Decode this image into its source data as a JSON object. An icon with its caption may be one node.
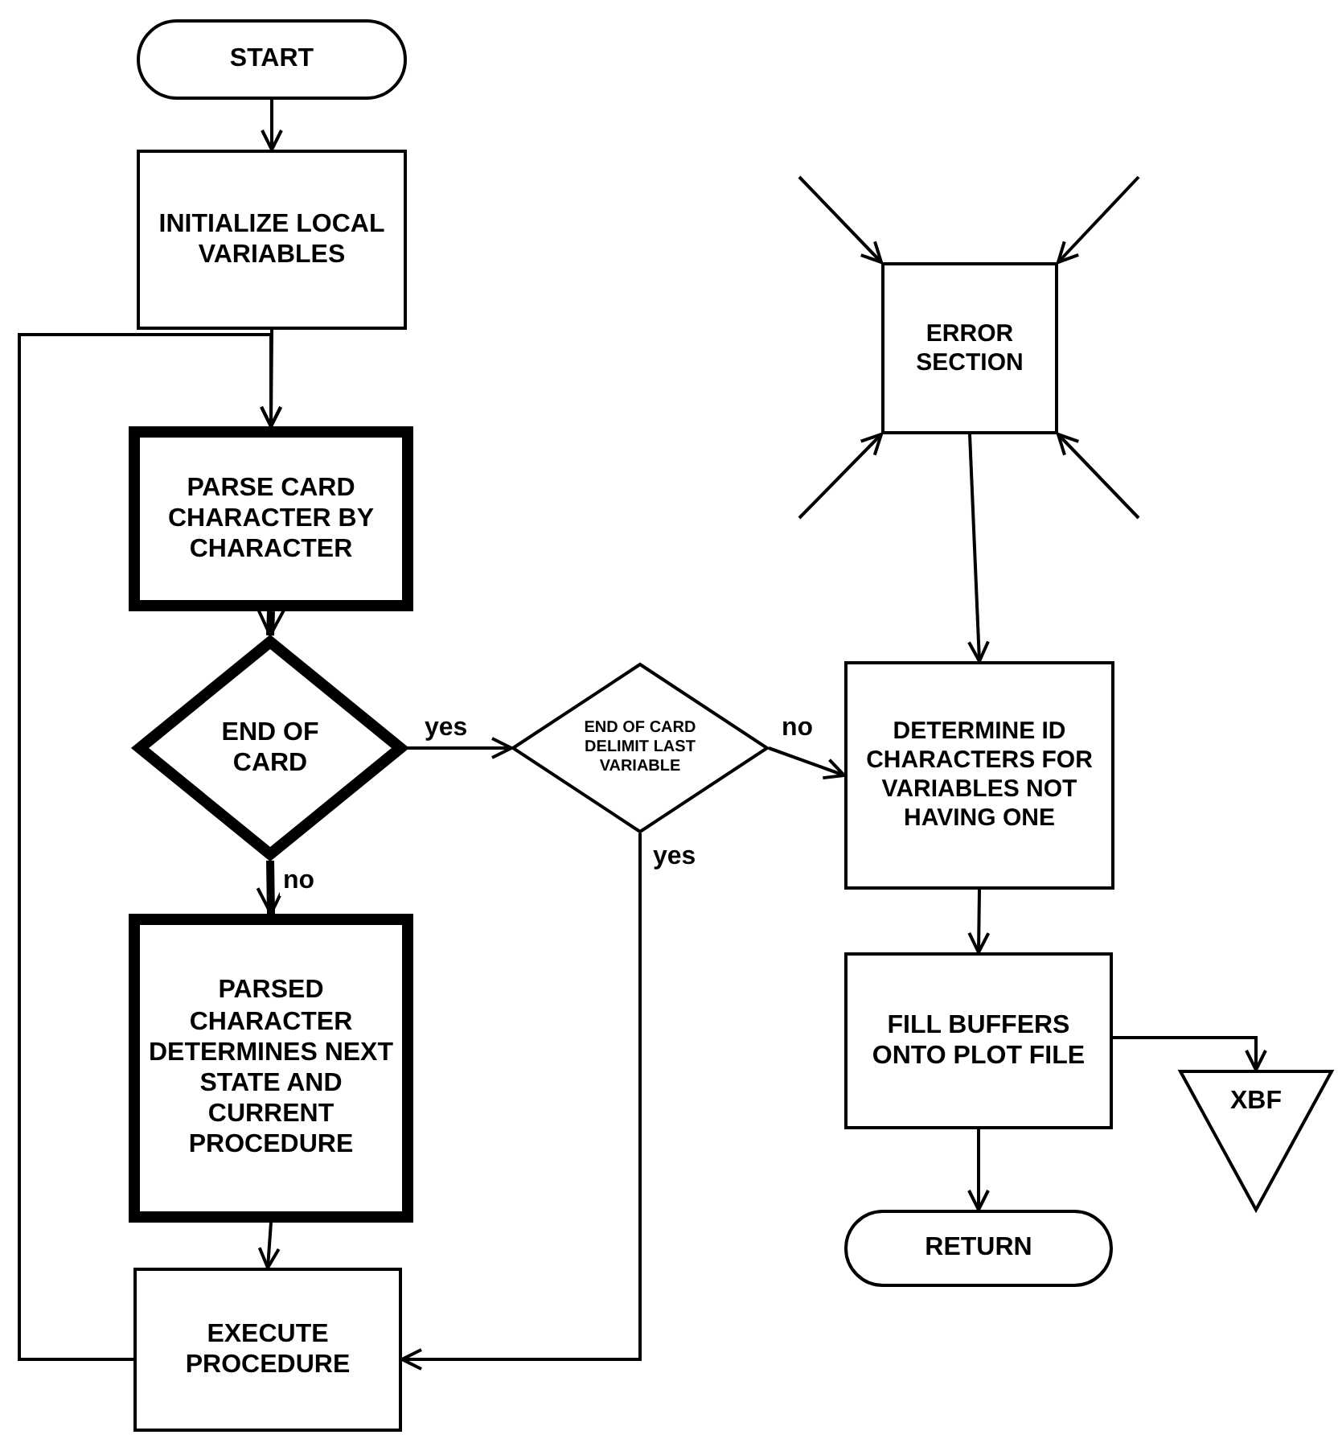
{
  "diagram": {
    "nodes": [
      {
        "text": [
          "START"
        ]
      },
      {
        "text": [
          "INITIALIZE LOCAL VARIABLES"
        ]
      },
      {
        "text": [
          "PARSE CARD CHARACTER BY CHARACTER"
        ]
      },
      {
        "text": [
          "END OF CARD"
        ]
      },
      {
        "text": [
          "END OF CARD DELIMIT LAST VARIABLE"
        ]
      },
      {
        "text": [
          "PARSED CHARACTER DETERMINES NEXT STATE AND CURRENT PROCEDURE"
        ]
      },
      {
        "text": [
          "EXECUTE PROCEDURE"
        ]
      },
      {
        "text": [
          "ERROR SECTION"
        ]
      },
      {
        "text": [
          "DETERMINE ID CHARACTERS FOR VARIABLES NOT HAVING ONE"
        ]
      },
      {
        "text": [
          "FILL BUFFERS ONTO PLOT FILE"
        ]
      },
      {
        "text": [
          "RETURN"
        ]
      },
      {
        "text": [
          "XBF"
        ]
      }
    ],
    "edges": [
      {
        "from": 0,
        "to": 1,
        "arrow": "to"
      },
      {
        "from": 1,
        "to": 2,
        "arrow": "to"
      },
      {
        "from": 2,
        "to": 3,
        "arrow": "to",
        "style": "thick"
      },
      {
        "from": 3,
        "to": 4,
        "arrow": "to",
        "label": "yes"
      },
      {
        "from": 3,
        "to": 5,
        "arrow": "to",
        "label": "no",
        "style": "thick"
      },
      {
        "from": 5,
        "to": 6,
        "arrow": "to"
      },
      {
        "from": 6,
        "to": 2,
        "arrow": "to"
      },
      {
        "from": 4,
        "to": 6,
        "arrow": "to",
        "label": "yes"
      },
      {
        "from": 4,
        "to": 8,
        "arrow": "to",
        "label": "no"
      },
      {
        "from": 7,
        "to": 8,
        "arrow": "to"
      },
      {
        "from": null,
        "to": 7,
        "arrow": "to"
      },
      {
        "from": null,
        "to": 7,
        "arrow": "to"
      },
      {
        "from": null,
        "to": 7,
        "arrow": "to"
      },
      {
        "from": null,
        "to": 7,
        "arrow": "to"
      },
      {
        "from": 8,
        "to": 9,
        "arrow": "to"
      },
      {
        "from": 9,
        "to": 10,
        "arrow": "to"
      },
      {
        "from": 9,
        "to": 11,
        "arrow": "to"
      }
    ]
  }
}
